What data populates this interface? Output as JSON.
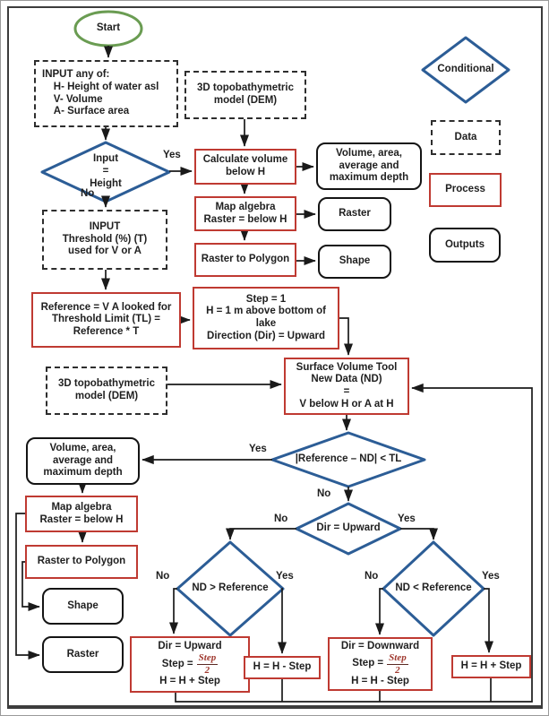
{
  "legend": {
    "conditional": "Conditional",
    "data": "Data",
    "process": "Process",
    "outputs": "Outputs"
  },
  "labels": {
    "yes": "Yes",
    "no": "No"
  },
  "nodes": {
    "start": "Start",
    "input_any": "INPUT any of:\n    H- Height of water asl\n    V- Volume\n    A- Surface area",
    "dem1": "3D topobathymetric\nmodel (DEM)",
    "d_input_height": "Input\n=\nHeight",
    "calc_vol": "Calculate volume\nbelow H",
    "vol_area_top": "Volume, area,\naverage and\nmaximum depth",
    "map_algebra_top": "Map algebra\nRaster = below H",
    "raster_top": "Raster",
    "raster_to_polygon_top": "Raster to Polygon",
    "shape_top": "Shape",
    "input_threshold": "INPUT\nThreshold (%) (T)\nused for V or A",
    "reference": "Reference = V  A looked for\nThreshold Limit (TL) =\nReference * T",
    "step_init": "Step = 1\nH = 1 m above bottom of\nlake\nDirection (Dir) = Upward",
    "dem2": "3D topobathymetric\nmodel (DEM)",
    "svt": "Surface Volume Tool\nNew Data (ND)\n=\nV below H or A at H",
    "d_ref_nd": "|Reference – ND| < TL",
    "vol_area_left": "Volume, area,\naverage and\nmaximum depth",
    "map_algebra_left": "Map algebra\nRaster = below H",
    "raster_to_polygon_left": "Raster to Polygon",
    "shape_left": "Shape",
    "raster_left": "Raster",
    "d_dir_upward": "Dir = Upward",
    "d_nd_gt": "ND > Reference",
    "d_nd_lt": "ND < Reference",
    "box_up": {
      "line1": "Dir = Upward",
      "eq_prefix": "Step =",
      "frac_num": "Step",
      "frac_den": "2",
      "line3": "H = H + Step"
    },
    "h_minus": "H = H - Step",
    "box_down": {
      "line1": "Dir = Downward",
      "eq_prefix": "Step =",
      "frac_num": "Step",
      "frac_den": "2",
      "line3": "H = H - Step"
    },
    "h_plus": "H = H + Step"
  },
  "colors": {
    "process_border": "#bf3a32",
    "conditional_border": "#2c5d96",
    "start_border": "#6a9c52",
    "outputs_border": "#141414",
    "connector": "#1a1a1a"
  }
}
